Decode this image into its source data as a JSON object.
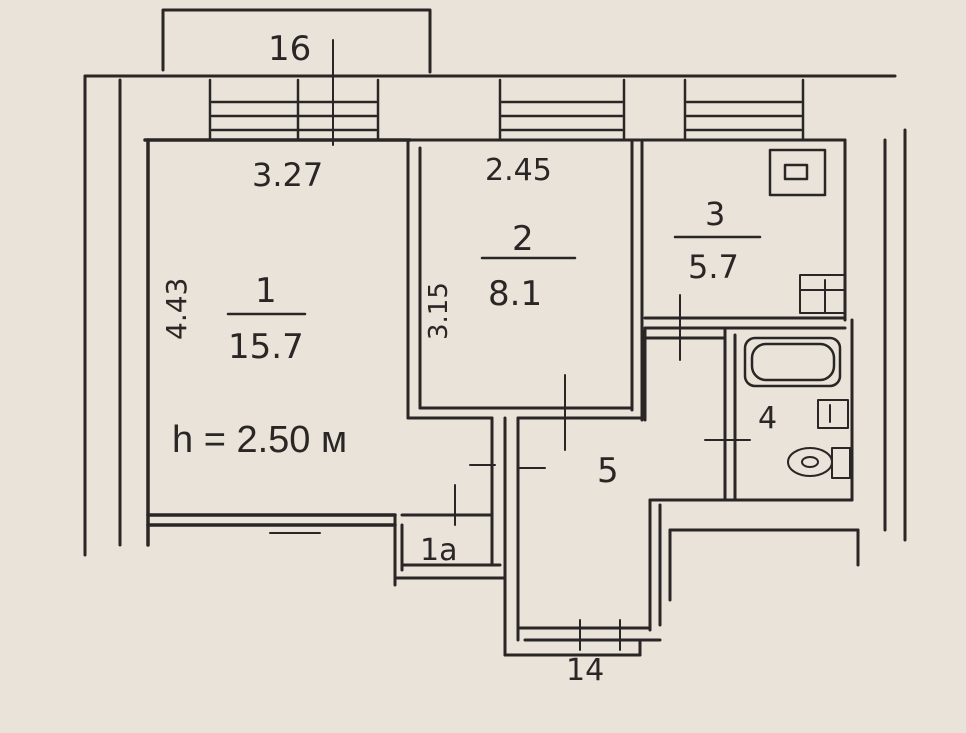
{
  "colors": {
    "paper": "#e9e3d9",
    "ink": "#2a2626",
    "wall_fill": "#e9e3d9"
  },
  "plan": {
    "ceiling_height": "h = 2.50 м",
    "dimensions": {
      "room1_width": "3.27",
      "room2_width": "2.45",
      "room1_depth": "4.43",
      "room2_depth": "3.15"
    },
    "rooms": {
      "r1": {
        "number": "1",
        "area": "15.7"
      },
      "r2": {
        "number": "2",
        "area": "8.1"
      },
      "r3": {
        "number": "3",
        "area": "5.7"
      },
      "r4": {
        "number": "4"
      },
      "r5": {
        "number": "5"
      },
      "r1a": {
        "label": "1a"
      }
    },
    "markers": {
      "top": "16",
      "bottom": "14"
    }
  }
}
